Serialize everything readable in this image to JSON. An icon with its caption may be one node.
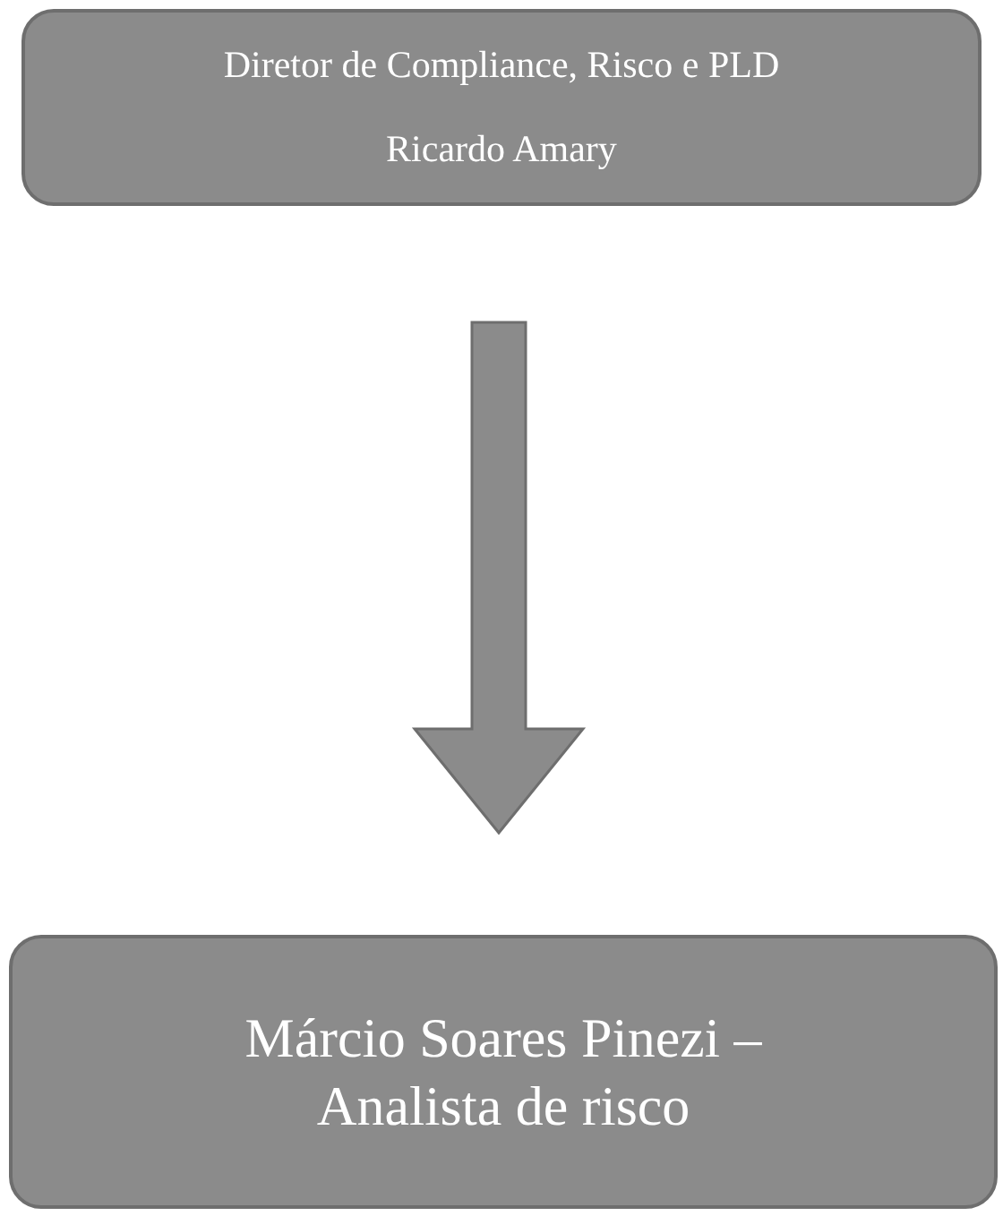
{
  "diagram": {
    "nodes": [
      {
        "text": [
          "Diretor de Compliance, Risco e PLD",
          "Ricardo Amary"
        ]
      },
      {
        "text": [
          "Márcio Soares Pinezi – Analista de risco"
        ]
      }
    ],
    "edges": [
      {
        "from": 0,
        "to": 1,
        "arrow": "to"
      }
    ]
  }
}
